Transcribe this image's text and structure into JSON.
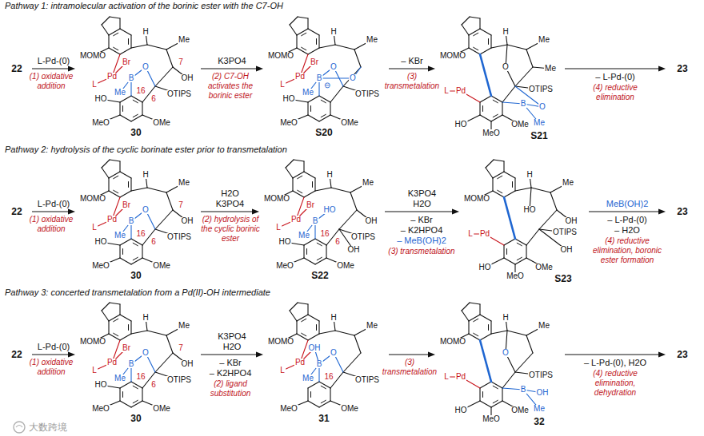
{
  "diagram": {
    "nodes": [
      {
        "text": [
          "22"
        ]
      },
      {
        "text": [
          "30",
          "MOMO",
          "Br",
          "Pd",
          "L",
          "B",
          "O",
          "Me",
          "16",
          "H",
          "Me",
          "7",
          "OH",
          "6",
          "OTIPS",
          "HO",
          "MeO",
          "OMe"
        ]
      },
      {
        "text": [
          "S20",
          "Br",
          "L",
          "Pd",
          "MOMO",
          "B",
          "⊖",
          "O",
          "O",
          "Me",
          "OTIPS",
          "HO",
          "MeO",
          "OMe",
          "H",
          "Me"
        ]
      },
      {
        "text": [
          "S21",
          "MOMO",
          "L",
          "Pd",
          "H",
          "Me",
          "Me",
          "O",
          "OTIPS",
          "B",
          "O",
          "Me",
          "HO",
          "MeO",
          "OMe"
        ]
      },
      {
        "text": [
          "23"
        ]
      },
      {
        "text": [
          "22"
        ]
      },
      {
        "text": [
          "30",
          "MOMO",
          "Br",
          "Pd",
          "L",
          "B",
          "O",
          "Me",
          "16",
          "H",
          "Me",
          "7",
          "OH",
          "6",
          "OTIPS",
          "HO",
          "MeO",
          "OMe"
        ]
      },
      {
        "text": [
          "S22",
          "MOMO",
          "Br",
          "L",
          "Pd",
          "B",
          "HO",
          "Me",
          "16",
          "H",
          "Me",
          "OH",
          "6",
          "OH",
          "OTIPS",
          "HO",
          "MeO",
          "OMe"
        ]
      },
      {
        "text": [
          "S23",
          "MOMO",
          "L",
          "Pd",
          "HO",
          "H",
          "Me",
          "OH",
          "OTIPS",
          "OH",
          "HO",
          "MeO",
          "OMe"
        ]
      },
      {
        "text": [
          "23"
        ]
      },
      {
        "text": [
          "22"
        ]
      },
      {
        "text": [
          "30",
          "MOMO",
          "Br",
          "Pd",
          "L",
          "B",
          "O",
          "Me",
          "16",
          "H",
          "Me",
          "7",
          "OH",
          "6",
          "OTIPS",
          "HO",
          "MeO",
          "OMe"
        ]
      },
      {
        "text": [
          "31",
          "MOMO",
          "Pd",
          "OH",
          "B",
          "L",
          "Me",
          "16",
          "O",
          "H",
          "Me",
          "OTIPS",
          "MeO",
          "OMe"
        ]
      },
      {
        "text": [
          "32",
          "MOMO",
          "L",
          "Pd",
          "H",
          "Me",
          "O",
          "OTIPS",
          "B",
          "OH",
          "Me",
          "HO",
          "MeO",
          "OMe"
        ]
      },
      {
        "text": [
          "23"
        ]
      }
    ],
    "edges": [
      {
        "from": 0,
        "to": 1,
        "arrow": "to",
        "label": "L-Pd-(0)"
      },
      {
        "from": 1,
        "to": 2,
        "arrow": "to",
        "label": "K3PO4"
      },
      {
        "from": 2,
        "to": 3,
        "arrow": "to",
        "label": "– KBr"
      },
      {
        "from": 3,
        "to": 4,
        "arrow": "to",
        "label": "– L-Pd-(0)"
      },
      {
        "from": 5,
        "to": 6,
        "arrow": "to",
        "label": "L-Pd-(0)"
      },
      {
        "from": 6,
        "to": 7,
        "arrow": "to",
        "label": "H2O K3PO4"
      },
      {
        "from": 7,
        "to": 8,
        "arrow": "to",
        "label": "K3PO4 H2O"
      },
      {
        "from": 8,
        "to": 9,
        "arrow": "to",
        "label": "MeB(OH)2"
      },
      {
        "from": 10,
        "to": 11,
        "arrow": "to",
        "label": "L-Pd-(0)"
      },
      {
        "from": 11,
        "to": 12,
        "arrow": "to",
        "label": "K3PO4 H2O"
      },
      {
        "from": 12,
        "to": 13,
        "arrow": "to"
      },
      {
        "from": 13,
        "to": 14,
        "arrow": "to",
        "label": "– L-Pd-(0), H2O"
      }
    ],
    "labels": [
      "Pathway 1: intramolecular activation of the borinic ester with the C7-OH",
      "(1) oxidative addition",
      "(2) C7-OH activates the borinic ester",
      "(3) transmetalation",
      "(4) reductive elimination",
      "Pathway 2: hydrolysis of the cyclic borinate ester prior to transmetalation",
      "(1) oxidative addition",
      "(2) hydrolysis of the cyclic borinic ester",
      "– KBr",
      "– K2HPO4",
      "– MeB(OH)2",
      "(3) transmetalation",
      "– L-Pd-(0)",
      "– H2O",
      "(4) reductive elimination, boronic ester formation",
      "Pathway 3: concerted transmetalation from a Pd(II)-OH intermediate",
      "(1) oxidative addition",
      "– KBr",
      "– K2HPO4",
      "(2) ligand substitution",
      "(3) transmetalation",
      "(4) reductive elimination, dehydration",
      "大数跨境"
    ]
  }
}
